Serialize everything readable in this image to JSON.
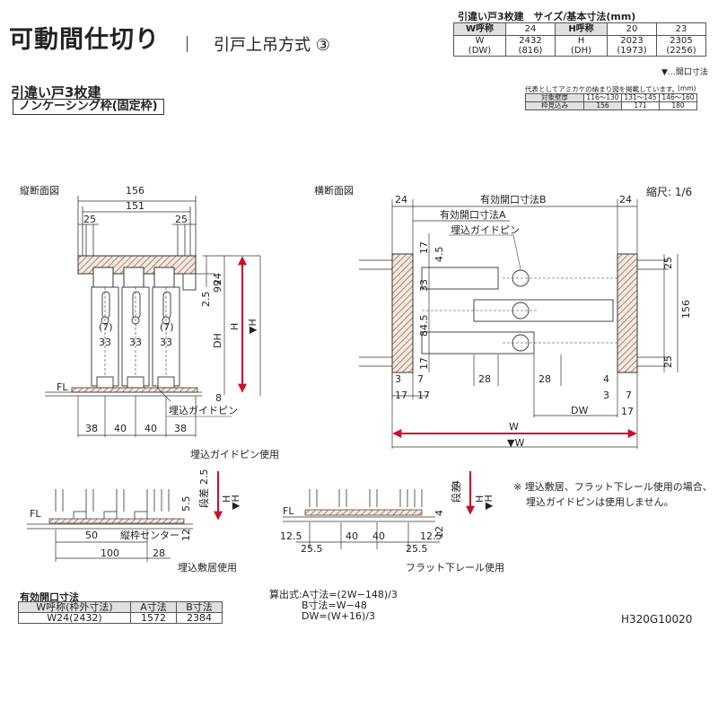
{
  "header": {
    "title": "可動間仕切り",
    "subtitle": "引戸上吊方式 ③",
    "size_caption": "引違い戸3枚建　サイズ/基本寸法(mm)"
  },
  "size_table": {
    "w_label": "W呼称",
    "w_code": "24",
    "w_dim_label": "W\n(DW)",
    "w_value": "2432",
    "w_value_dw": "(816)",
    "h_label": "H呼称",
    "h_codes": [
      "20",
      "23"
    ],
    "h_dim_label": "H\n(DH)",
    "h_values": [
      "2023",
      "2305"
    ],
    "h_values_dh": [
      "(1973)",
      "(2256)"
    ]
  },
  "legend_note": "▼…開口寸法",
  "door_type": "引違い戸3枚建",
  "frame_type": "ノンケーシング枠(固定枠)",
  "frame_table": {
    "caption": "代表としてアミカケの納まり図を掲載しています。",
    "unit": "(mm)",
    "rows": [
      {
        "label": "対象壁厚",
        "values": [
          "116～130",
          "131～145",
          "146～160"
        ]
      },
      {
        "label": "枠見込み",
        "values": [
          "156",
          "171",
          "180"
        ]
      }
    ]
  },
  "vertical_section": {
    "title": "縦断面図",
    "dims": {
      "total_depth": "156",
      "inner_depth": "151",
      "left_inset": "25",
      "right_inset": "25",
      "top_24": "24",
      "dim_99": "99",
      "dim_2_5": "2.5",
      "bottom_8": "8",
      "roller_7": "(7)",
      "spacing_33": "33",
      "bottom_38_left": "38",
      "bottom_40_a": "40",
      "bottom_40_b": "40",
      "bottom_38_right": "38",
      "h_label": "H",
      "dh_label": "DH",
      "vh_label": "▼H"
    },
    "fl": "FL",
    "guide_pin": "埋込ガイドピン"
  },
  "horizontal_section": {
    "title": "横断面図",
    "scale": "縮尺: 1/6",
    "dims": {
      "left_24": "24",
      "right_24": "24",
      "opening_b": "有効開口寸法B",
      "opening_a": "有効開口寸法A",
      "dim_17": "17",
      "dim_4_5": "4.5",
      "dim_33": "33",
      "dim_84_5": "84.5",
      "dim_17_b": "17",
      "dim_3": "3",
      "dim_4": "4",
      "dim_7": "7",
      "dim_28_a": "28",
      "dim_28_b": "28",
      "dim_156": "156",
      "dim_25_top": "25",
      "dim_25_bottom": "25",
      "dw": "DW",
      "w": "W",
      "vw": "▼W",
      "dim_3_b": "3",
      "dim_7_b": "7"
    },
    "guide_pin": "埋込ガイドピン"
  },
  "detail_left": {
    "title": "埋込ガイドピン使用",
    "caption": "埋込敷居使用",
    "fl": "FL",
    "dims": {
      "step": "段差",
      "dim_2_5": "2.5",
      "dim_5_5": "5.5",
      "dim_12": "12",
      "dim_50": "50",
      "dim_100": "100",
      "dim_28": "28",
      "center": "縦枠センター",
      "h": "H",
      "vh": "▼H"
    }
  },
  "detail_right": {
    "caption": "フラット下レール使用",
    "fl": "FL",
    "dims": {
      "step": "段差",
      "dim_4": "4",
      "dim_4_b": "4",
      "dim_12": "12",
      "dim_12_5_a": "12.5",
      "dim_25_5_a": "25.5",
      "dim_40_a": "40",
      "dim_40_b": "40",
      "dim_25_5_b": "25.5",
      "dim_12_5_b": "12.5",
      "h": "H",
      "vh": "▼H"
    }
  },
  "note": {
    "line1": "※ 埋込敷居、フラット下レール使用の場合、",
    "line2": "埋込ガイドピンは使用しません。"
  },
  "opening_table": {
    "caption": "有効開口寸法",
    "headers": [
      "W呼称(枠外寸法)",
      "A寸法",
      "B寸法"
    ],
    "row": [
      "W24(2432)",
      "1572",
      "2384"
    ]
  },
  "formulas": {
    "a": "算出式:A寸法=(2W−148)/3",
    "b": "B寸法=W−48",
    "dw": "DW=(W+16)/3"
  },
  "product_code": "H320G10020",
  "colors": {
    "accent_red": "#c8102e",
    "header_gray": "#e0e0e0",
    "wood_hatch": "#8b5a3c"
  }
}
